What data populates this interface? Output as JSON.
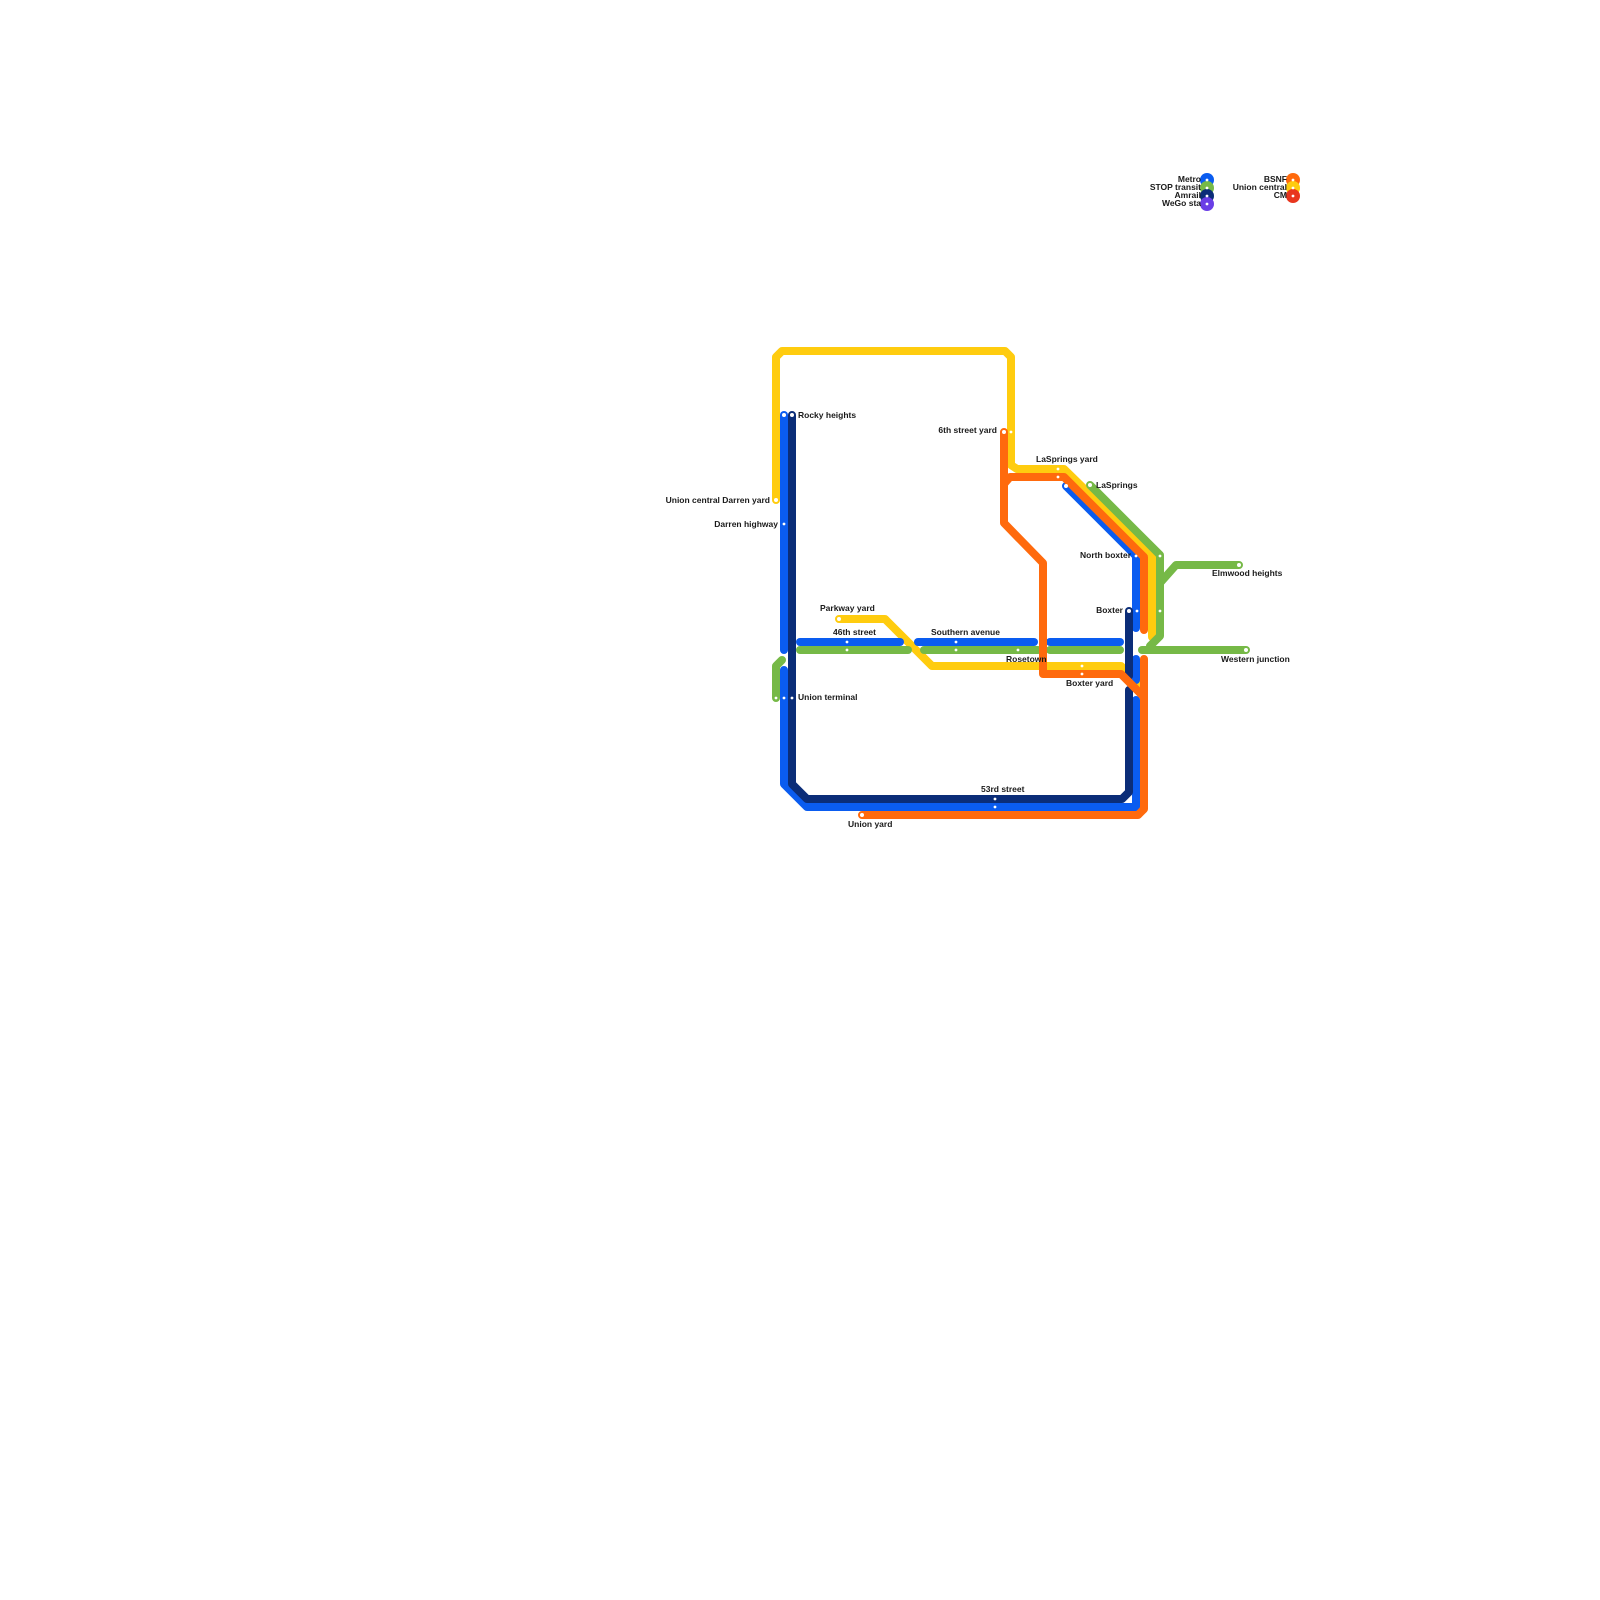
{
  "colors": {
    "metro": "#0a5cf0",
    "stop_transit": "#76b947",
    "amrail": "#0b2d78",
    "wego": "#6a3ee6",
    "bsnf": "#ff6a0d",
    "union_central": "#ffcc0f",
    "cm": "#e8361e"
  },
  "legend": {
    "left": [
      "Metro",
      "STOP transit",
      "Amrail",
      "WeGo sta"
    ],
    "right": [
      "BSNF",
      "Union central",
      "CM"
    ]
  },
  "stations": {
    "rocky_heights": "Rocky heights",
    "union_central_darren_yard": "Union central Darren yard",
    "darren_highway": "Darren highway",
    "parkway_yard": "Parkway yard",
    "street_46th": "46th street",
    "southern_avenue": "Southern avenue",
    "rosetown": "Rosetown",
    "union_terminal": "Union terminal",
    "street_53rd": "53rd street",
    "union_yard": "Union yard",
    "street_6th_yard": "6th street yard",
    "lasprings_yard": "LaSprings yard",
    "lasprings": "LaSprings",
    "north_boxter": "North boxter",
    "boxter": "Boxter",
    "boxter_yard": "Boxter yard",
    "elmwood_heights": "Elmwood heights",
    "western_junction": "Western junction"
  }
}
